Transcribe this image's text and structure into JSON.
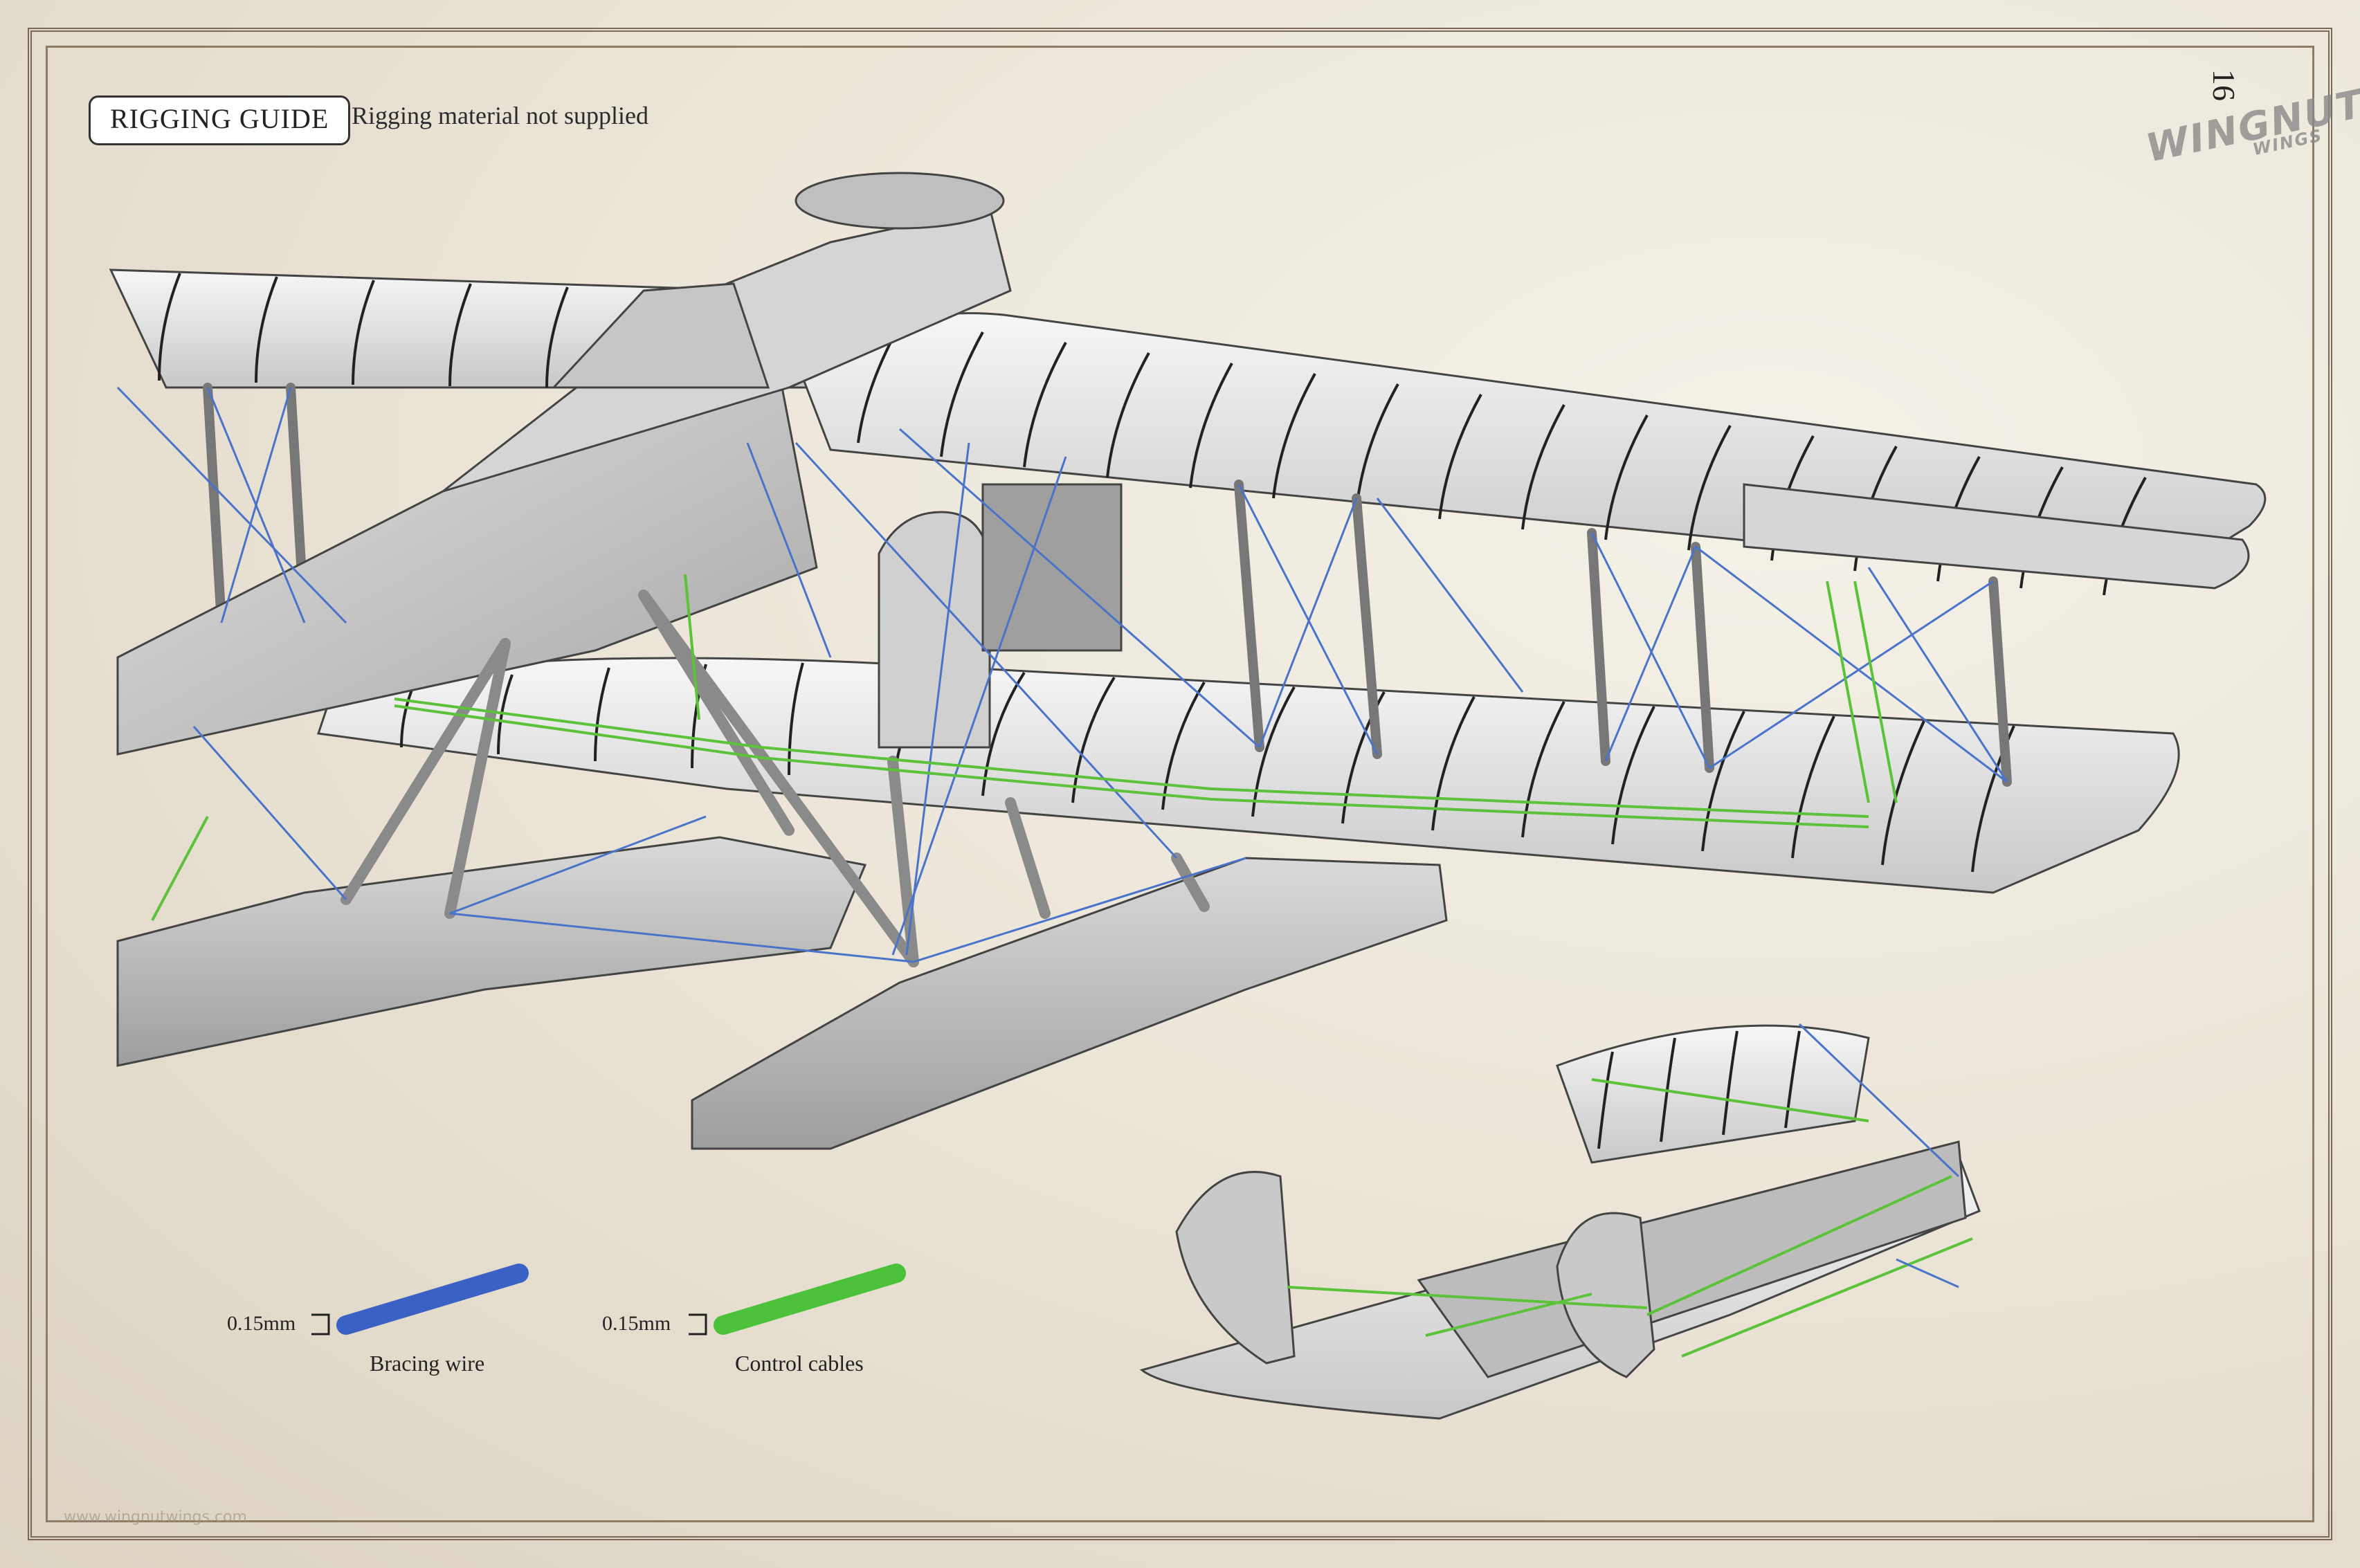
{
  "header": {
    "guide_label": "RIGGING GUIDE",
    "note": "Rigging material not supplied",
    "page_number": "16",
    "brand": "WINGNUT",
    "brand_sub": "WINGS"
  },
  "legend": [
    {
      "size": "0.15mm",
      "label": "Bracing wire",
      "color": "#3366cc"
    },
    {
      "size": "0.15mm",
      "label": "Control cables",
      "color": "#44bb33"
    }
  ],
  "colors": {
    "bracing_wire": "#4a74c9",
    "control_cable": "#5cc23a",
    "airframe": "#cfcfcf"
  },
  "footer": {
    "url": "www.wingnutwings.com"
  }
}
